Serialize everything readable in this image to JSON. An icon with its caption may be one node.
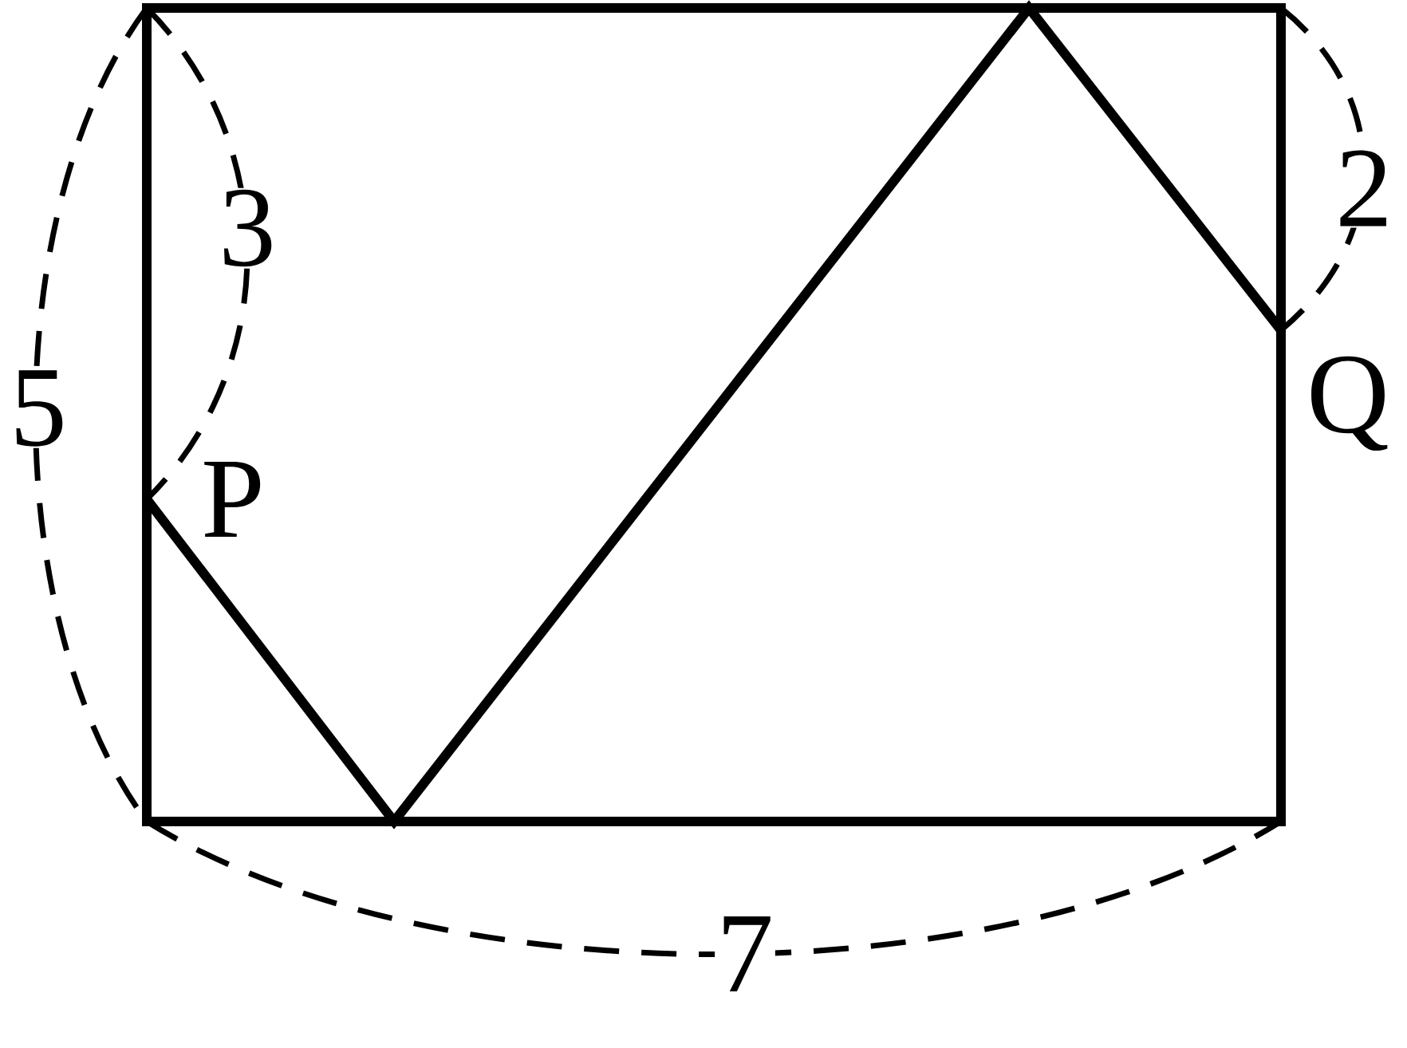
{
  "diagram": {
    "labels": [
      "2",
      "3",
      "Q",
      "5",
      "P",
      "7"
    ]
  }
}
